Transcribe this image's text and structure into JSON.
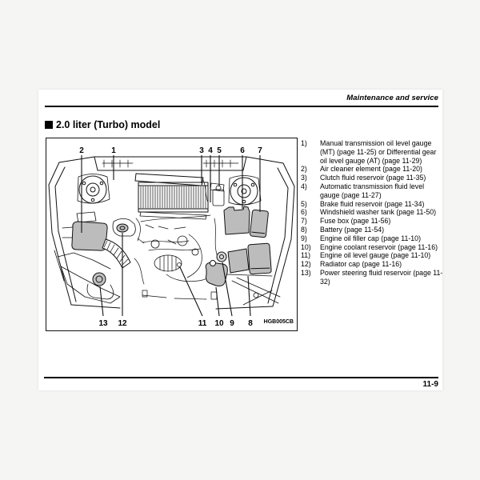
{
  "page": {
    "header": "Maintenance and service",
    "title": "2.0 liter (Turbo) model",
    "page_number": "11-9"
  },
  "diagram": {
    "figure_code": "HGB005CB",
    "callouts": [
      {
        "label": "2"
      },
      {
        "label": "1"
      },
      {
        "label": "3"
      },
      {
        "label": "4"
      },
      {
        "label": "5"
      },
      {
        "label": "6"
      },
      {
        "label": "7"
      },
      {
        "label": "13"
      },
      {
        "label": "12"
      },
      {
        "label": "11"
      },
      {
        "label": "10"
      },
      {
        "label": "9"
      },
      {
        "label": "8"
      }
    ]
  },
  "legend": {
    "items": [
      {
        "num": "1)",
        "text": "Manual transmission oil level gauge (MT) (page 11-25) or Differential gear oil level gauge (AT) (page 11-29)"
      },
      {
        "num": "2)",
        "text": "Air cleaner element (page 11-20)"
      },
      {
        "num": "3)",
        "text": "Clutch fluid reservoir (page 11-35)"
      },
      {
        "num": "4)",
        "text": "Automatic transmission fluid level gauge (page 11-27)"
      },
      {
        "num": "5)",
        "text": "Brake fluid reservoir (page 11-34)"
      },
      {
        "num": "6)",
        "text": "Windshield washer tank (page 11-50)"
      },
      {
        "num": "7)",
        "text": "Fuse box (page 11-56)"
      },
      {
        "num": "8)",
        "text": "Battery (page 11-54)"
      },
      {
        "num": "9)",
        "text": "Engine oil filler cap (page 11-10)"
      },
      {
        "num": "10)",
        "text": "Engine coolant reservoir (page 11-16)"
      },
      {
        "num": "11)",
        "text": "Engine oil level gauge (page 11-10)"
      },
      {
        "num": "12)",
        "text": "Radiator cap (page 11-16)"
      },
      {
        "num": "13)",
        "text": "Power steering fluid reservoir (page 11-32)"
      }
    ]
  },
  "colors": {
    "line": "#111111",
    "component_gray": "#bcbcbc",
    "page_background": "#ffffff",
    "canvas_background": "#f5f5f4"
  }
}
